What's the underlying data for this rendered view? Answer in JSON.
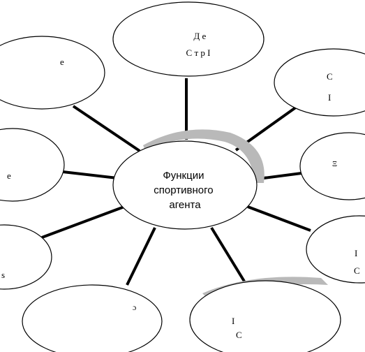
{
  "diagram": {
    "center": {
      "lines": [
        "Функции",
        "спортивного",
        "агента"
      ]
    },
    "nodes": [
      {
        "id": "top",
        "lines": [
          "Д                    е",
          "С                  т  р  І"
        ]
      },
      {
        "id": "upper-left",
        "lines": [
          "е"
        ]
      },
      {
        "id": "upper-right",
        "lines": [
          "С",
          "І"
        ]
      },
      {
        "id": "left",
        "lines": [
          "е"
        ]
      },
      {
        "id": "right",
        "lines": [
          "Ξ"
        ]
      },
      {
        "id": "lower-left",
        "lines": [
          "s"
        ]
      },
      {
        "id": "lower-right",
        "lines": [
          "І",
          "С"
        ]
      },
      {
        "id": "bottom-left",
        "lines": [
          "ɔ"
        ]
      },
      {
        "id": "bottom-right",
        "lines": [
          "І",
          "С"
        ]
      }
    ]
  }
}
